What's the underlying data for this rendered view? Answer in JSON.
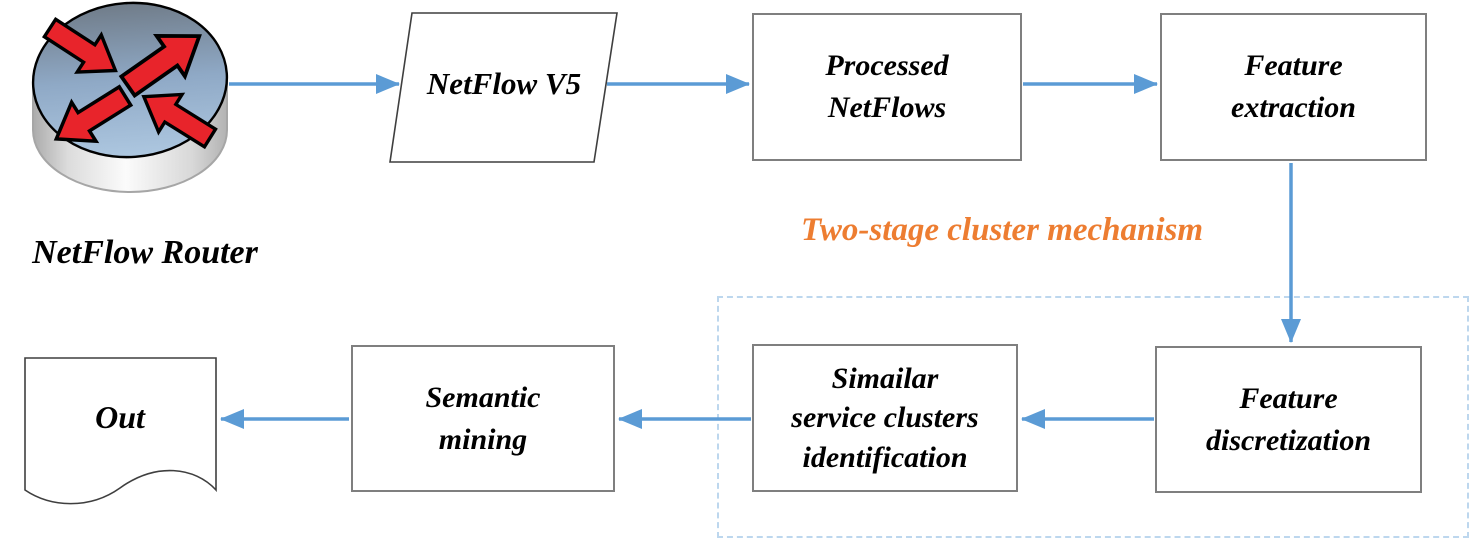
{
  "title": {
    "cluster_mechanism": "Two-stage cluster mechanism"
  },
  "nodes": {
    "router_label": "NetFlow Router",
    "netflow_v5": "NetFlow V5",
    "processed_netflows": "Processed\nNetFlows",
    "feature_extraction": "Feature\nextraction",
    "feature_discretization": "Feature\ndiscretization",
    "similar_service_clusters": "Simailar\nservice clusters\nidentification",
    "semantic_mining": "Semantic\nmining",
    "out": "Out"
  },
  "icons": {
    "router": "router-icon (cylinder with four red crossing arrows)",
    "out_document": "document-icon (rectangle with wavy bottom edge)"
  },
  "colors": {
    "arrow": "#5B9BD5",
    "accent_text": "#ED7D31",
    "box_border": "#7F7F7F",
    "shape_border": "#3F3F3F",
    "dashed_border": "#BDD7EE",
    "router_red": "#E8242B"
  }
}
